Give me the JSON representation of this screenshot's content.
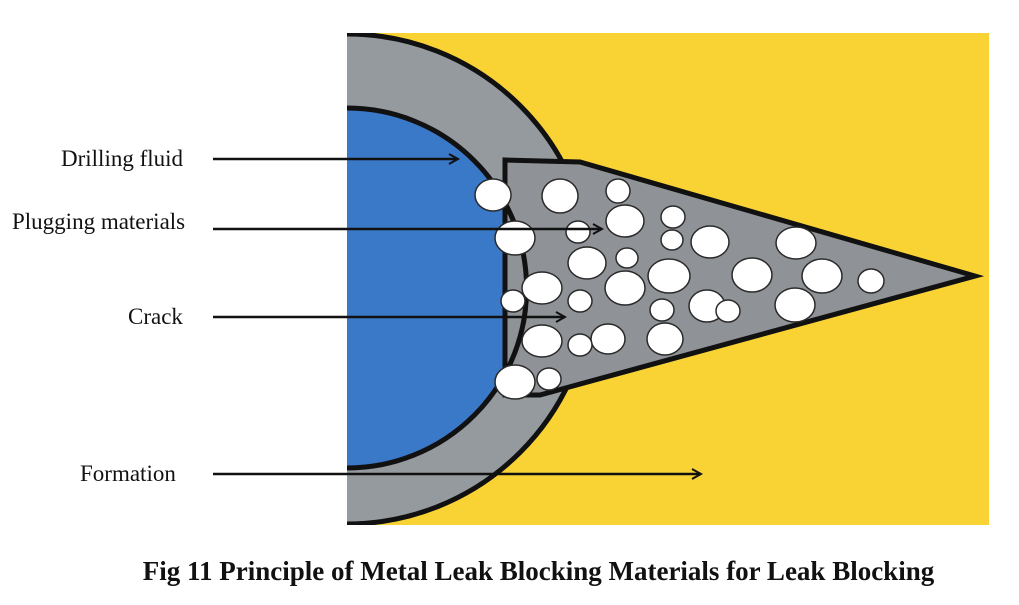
{
  "labels": {
    "drilling_fluid": "Drilling fluid",
    "plugging_materials": "Plugging materials",
    "crack": "Crack",
    "formation": "Formation"
  },
  "caption": "Fig 11 Principle of Metal Leak Blocking Materials for Leak Blocking",
  "colors": {
    "formation": "#f9d334",
    "wellbore_wall": "#959a9e",
    "drilling_fluid": "#3a78c8",
    "crack_fill": "#8f9397",
    "plugging_particle": "#ffffff",
    "outline": "#111111"
  }
}
